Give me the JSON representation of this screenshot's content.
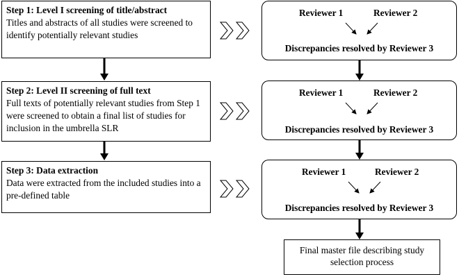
{
  "steps": [
    {
      "title": "Step 1: Level I screening of title/abstract",
      "body": "Titles and abstracts of all studies were screened to identify potentially relevant studies"
    },
    {
      "title": "Step 2: Level II screening of full text",
      "body": "Full texts of potentially relevant studies from Step 1 were screened to obtain a final list of studies for inclusion in the umbrella SLR"
    },
    {
      "title": "Step 3: Data extraction",
      "body": "Data were extracted from the included studies into a pre-defined table"
    }
  ],
  "review_boxes": [
    {
      "reviewer_a": "Reviewer 1",
      "reviewer_b": "Reviewer 2",
      "resolution": "Discrepancies resolved by Reviewer 3"
    },
    {
      "reviewer_a": "Reviewer 1",
      "reviewer_b": "Reviewer 2",
      "resolution": "Discrepancies resolved by Reviewer 3"
    },
    {
      "reviewer_a": "Reviewer 1",
      "reviewer_b": "Reviewer 2",
      "resolution": "Discrepancies resolved by Reviewer 3"
    }
  ],
  "final_box": {
    "text": "Final master file describing study selection process"
  }
}
